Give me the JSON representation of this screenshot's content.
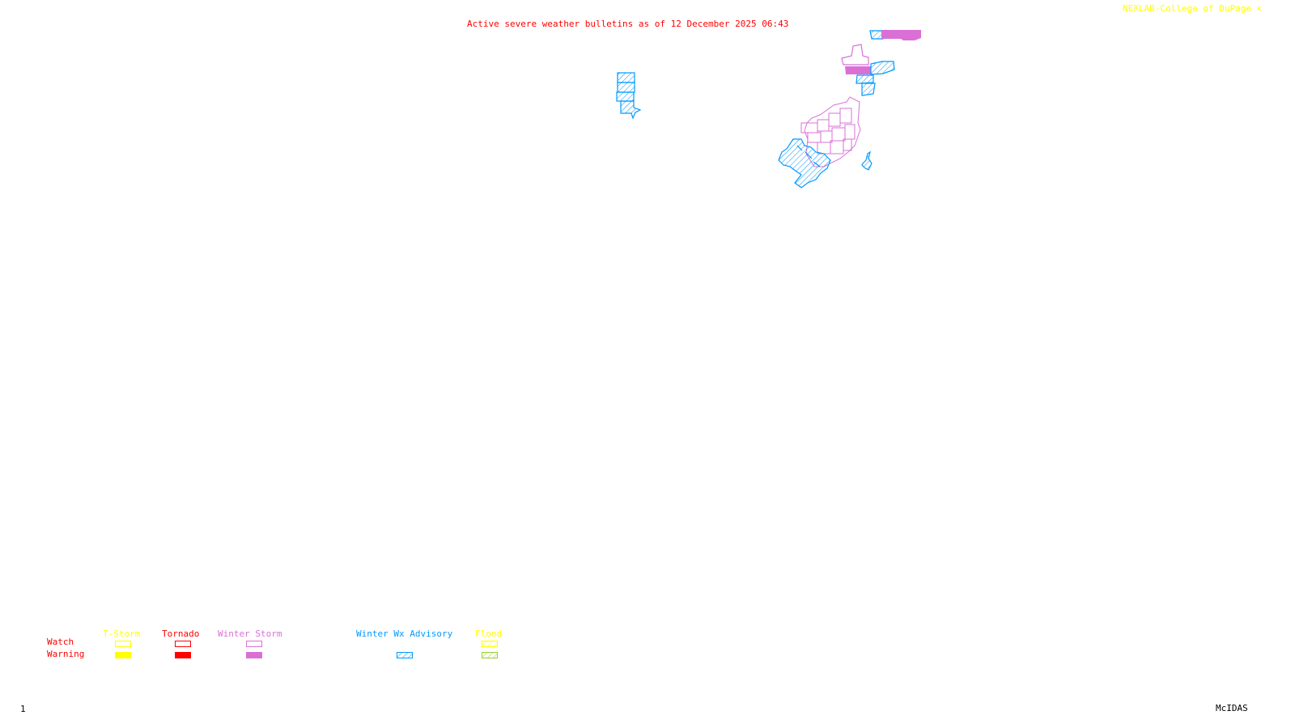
{
  "header": {
    "title": "Active severe weather bulletins as of 12 December 2025 06:43",
    "credit": "NEXLAB-College of DuPage",
    "credit_icon": "corner-arrow-icon"
  },
  "colors": {
    "title": "#ff0000",
    "credit": "#ffff00",
    "tstorm": "#ffff00",
    "tornado": "#ff0000",
    "winter_storm": "#da70d6",
    "winter_wx_advisory": "#0099ff",
    "flood_watch": "#ffff00",
    "flood_warning": "#9acd32"
  },
  "legend": {
    "row_labels": {
      "watch": "Watch",
      "warning": "Warning"
    },
    "categories": [
      {
        "label": "T-Storm",
        "watch": "outline",
        "warning": "filled"
      },
      {
        "label": "Tornado",
        "watch": "outline",
        "warning": "filled"
      },
      {
        "label": "Winter Storm",
        "watch": "outline",
        "warning": "filled"
      },
      {
        "label": "Winter Wx Advisory",
        "watch": null,
        "warning": "hatched"
      },
      {
        "label": "Flood",
        "watch": "hatched",
        "warning": "hatched"
      }
    ]
  },
  "footer": {
    "frame_number": "1",
    "software": "McIDAS"
  }
}
